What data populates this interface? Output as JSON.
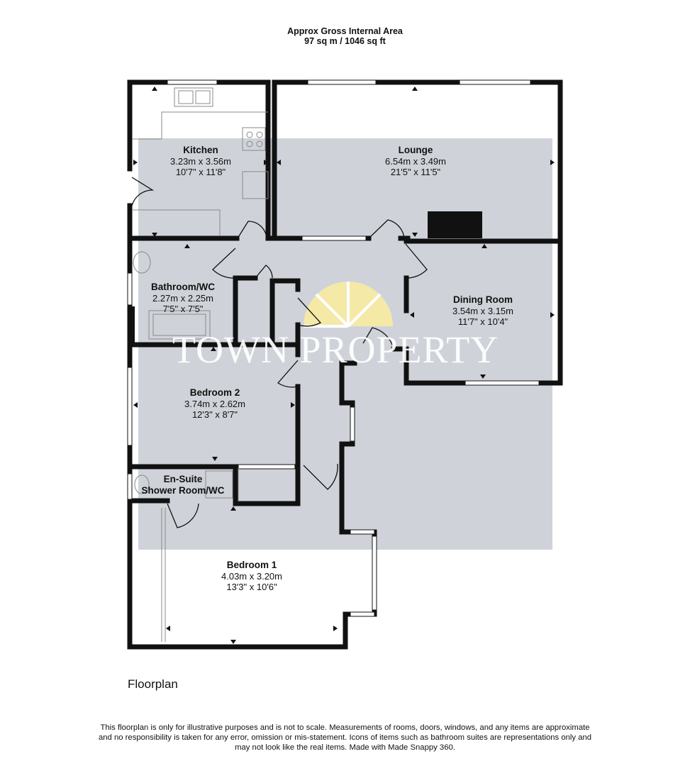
{
  "header": {
    "line1": "Approx Gross Internal Area",
    "line2": "97 sq m / 1046 sq ft"
  },
  "rooms": {
    "kitchen": {
      "name": "Kitchen",
      "metric": "3.23m x 3.56m",
      "imperial": "10'7\" x 11'8\""
    },
    "lounge": {
      "name": "Lounge",
      "metric": "6.54m x 3.49m",
      "imperial": "21'5\" x 11'5\""
    },
    "bathroom": {
      "name": "Bathroom/WC",
      "metric": "2.27m x 2.25m",
      "imperial": "7'5\" x 7'5\""
    },
    "dining": {
      "name": "Dining Room",
      "metric": "3.54m x 3.15m",
      "imperial": "11'7\" x 10'4\""
    },
    "bedroom2": {
      "name": "Bedroom 2",
      "metric": "3.74m x 2.62m",
      "imperial": "12'3\" x 8'7\""
    },
    "ensuite": {
      "name1": "En-Suite",
      "name2": "Shower Room/WC"
    },
    "bedroom1": {
      "name": "Bedroom 1",
      "metric": "4.03m x 3.20m",
      "imperial": "13'3\" x 10'6\""
    }
  },
  "watermark": "TOWN PROPERTY",
  "caption": "Floorplan",
  "disclaimer": {
    "line1": "This floorplan is only for illustrative purposes and is not to scale. Measurements of rooms, doors, windows, and any items are approximate",
    "line2": "and no responsibility is taken for any error, omission or mis-statement. Icons of items such as bathroom suites are representations only and",
    "line3": "may not look like the real items. Made with Made Snappy 360."
  },
  "colors": {
    "wall": "#111111",
    "watermark_block": "#cfd3d9",
    "watermark_sun": "#f3e7a6"
  }
}
